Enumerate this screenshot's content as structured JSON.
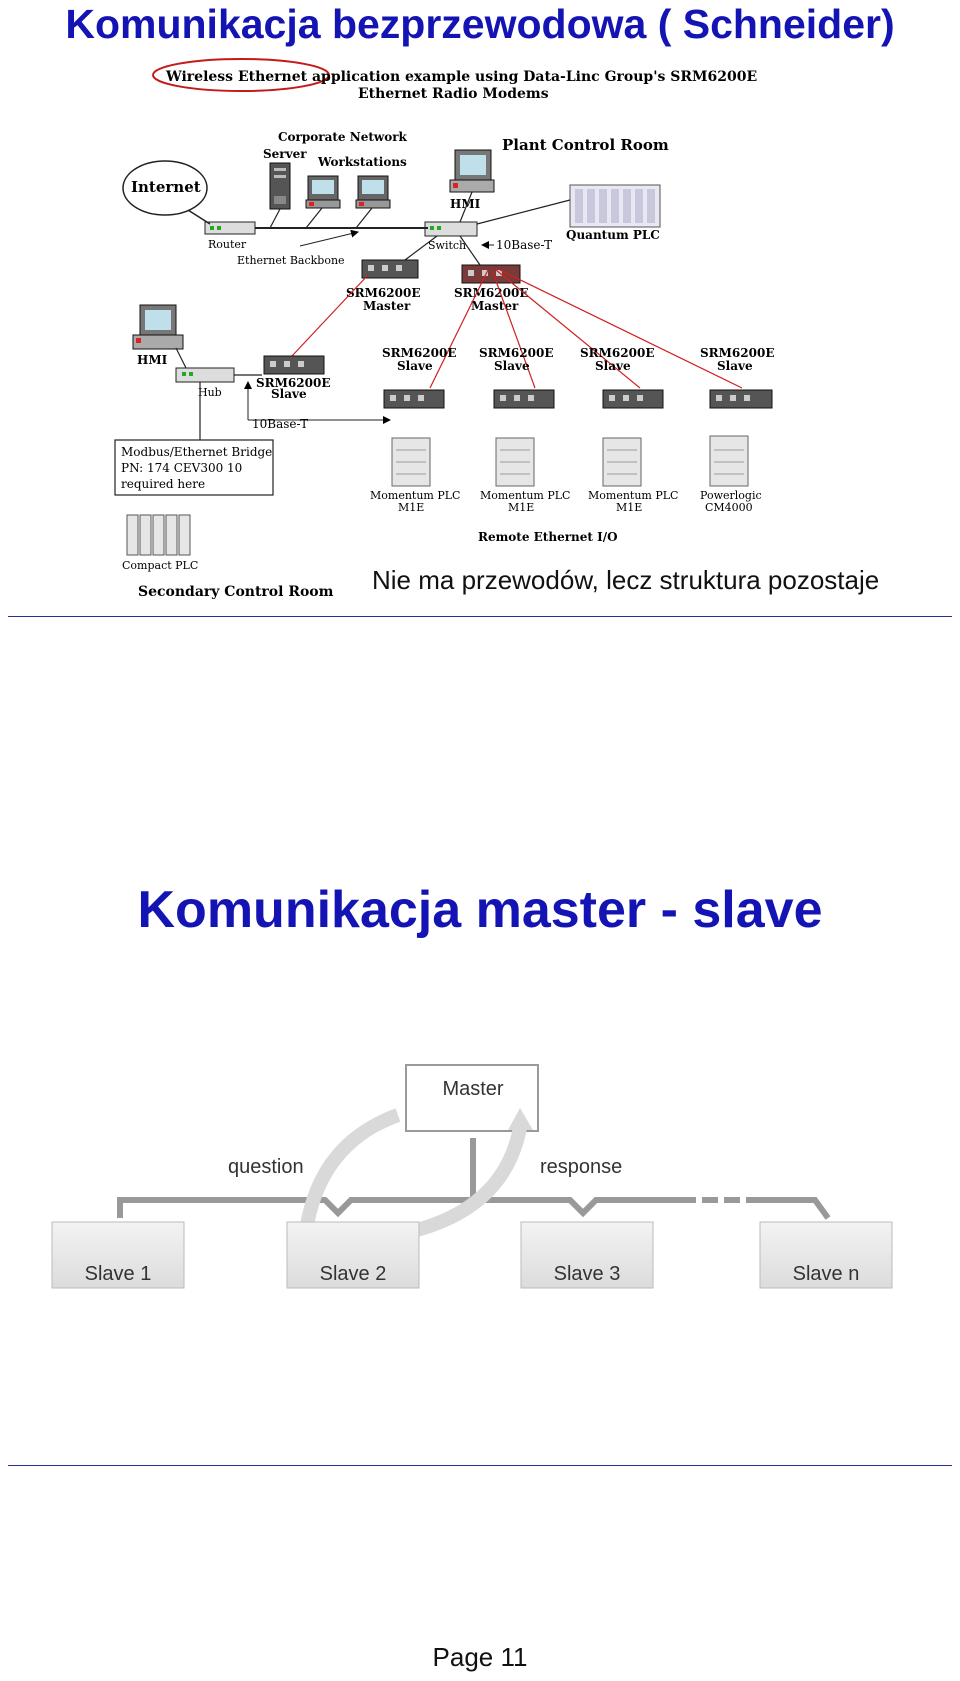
{
  "section1": {
    "title": "Komunikacja bezprzewodowa ( Schneider)",
    "caption": "Nie ma przewodów, lecz struktura pozostaje",
    "figure": {
      "heading_line1": "Wireless Ethernet application example using Data-Linc Group's SRM6200E",
      "heading_line2": "Ethernet Radio Modems",
      "internet": "Internet",
      "corporate_network": "Corporate Network",
      "server": "Server",
      "workstations": "Workstations",
      "plant_control_room": "Plant Control Room",
      "hmi_top": "HMI",
      "quantum_plc": "Quantum PLC",
      "router": "Router",
      "ethernet_backbone": "Ethernet Backbone",
      "switch": "Switch",
      "tenbase_top": "10Base-T",
      "srm_name": "SRM6200E",
      "master": "Master",
      "slave": "Slave",
      "hmi_left": "HMI",
      "hub": "Hub",
      "tenbase_left": "10Base-T",
      "bridge_line1": "Modbus/Ethernet Bridge",
      "bridge_line2": "PN: 174 CEV300 10",
      "bridge_line3": "required here",
      "compact_plc": "Compact PLC",
      "secondary_control_room": "Secondary Control Room",
      "momentum_plc": "Momentum PLC",
      "m1e": "M1E",
      "powerlogic": "Powerlogic",
      "cm4000": "CM4000",
      "remote_io": "Remote Ethernet I/O"
    }
  },
  "section2": {
    "title": "Komunikacja master - slave",
    "diagram": {
      "master": "Master",
      "question": "question",
      "response": "response",
      "slaves": [
        "Slave 1",
        "Slave  2",
        "Slave 3",
        "Slave n"
      ]
    }
  },
  "footer": {
    "page": "Page 11"
  },
  "colors": {
    "title": "#1414b4",
    "radio_link": "#d02020",
    "rule": "#2a2aa0"
  }
}
